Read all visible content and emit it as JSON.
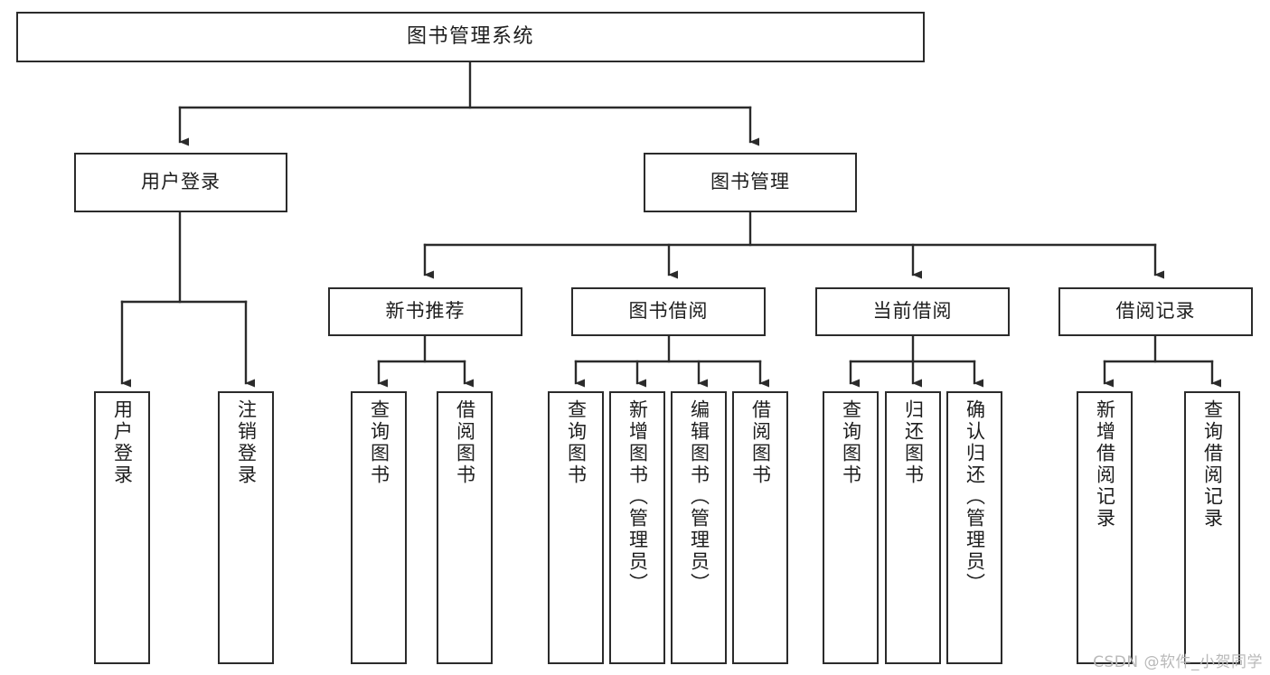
{
  "diagram": {
    "title": "图书管理系统",
    "type": "tree-hierarchy-chart",
    "watermark": "CSDN @软件_小贺同学",
    "colors": {
      "box_border": "#2b2b2b",
      "box_fill": "#ffffff",
      "connector": "#2b2b2b",
      "text": "#1d1d1d",
      "watermark": "#b9b9b9",
      "background": "#ffffff"
    }
  },
  "nodes": {
    "root": {
      "label": "图书管理系统"
    },
    "level2": [
      {
        "id": "user-login",
        "label": "用户登录"
      },
      {
        "id": "book-management",
        "label": "图书管理"
      }
    ],
    "level3": [
      {
        "id": "new-book-recommend",
        "label": "新书推荐"
      },
      {
        "id": "book-borrow",
        "label": "图书借阅"
      },
      {
        "id": "current-borrow",
        "label": "当前借阅"
      },
      {
        "id": "borrow-record",
        "label": "借阅记录"
      }
    ],
    "leaves": {
      "user_login": [
        {
          "id": "leaf-user-login",
          "label": "用户登录"
        },
        {
          "id": "leaf-logout-login",
          "label": "注销登录"
        }
      ],
      "new_book_recommend": [
        {
          "id": "leaf-query-book-1",
          "label": "查询图书"
        },
        {
          "id": "leaf-borrow-book-1",
          "label": "借阅图书"
        }
      ],
      "book_borrow": [
        {
          "id": "leaf-query-book-2",
          "label": "查询图书"
        },
        {
          "id": "leaf-add-book",
          "label": "新增图书（管理员）"
        },
        {
          "id": "leaf-edit-book",
          "label": "编辑图书（管理员）"
        },
        {
          "id": "leaf-borrow-book-2",
          "label": "借阅图书"
        }
      ],
      "current_borrow": [
        {
          "id": "leaf-query-book-3",
          "label": "查询图书"
        },
        {
          "id": "leaf-return-book",
          "label": "归还图书"
        },
        {
          "id": "leaf-confirm-return",
          "label": "确认归还（管理员）"
        }
      ],
      "borrow_record": [
        {
          "id": "leaf-add-borrow-record",
          "label": "新增借阅记录"
        },
        {
          "id": "leaf-query-borrow-record",
          "label": "查询借阅记录"
        }
      ]
    }
  }
}
